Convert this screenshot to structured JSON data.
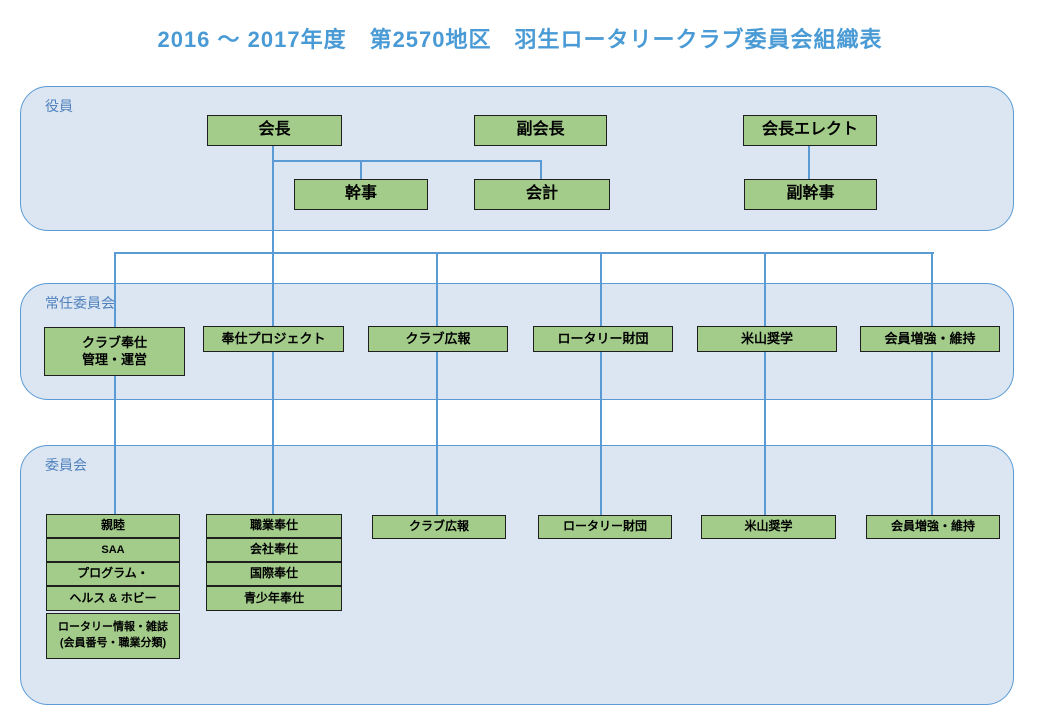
{
  "title": "2016 ～ 2017年度　第2570地区　羽生ロータリークラブ委員会組織表",
  "colors": {
    "title_text": "#4a9bd5",
    "section_fill": "#dce6f2",
    "section_border": "#5b9bd5",
    "section_label_text": "#4f81bd",
    "connector": "#5b9bd5",
    "box_fill": "#a3cc8b",
    "box_border": "#1f1f1f",
    "box_text": "#000000"
  },
  "officers": {
    "label": "役員",
    "president": "会長",
    "vice_president": "副会長",
    "president_elect": "会長エレクト",
    "secretary": "幹事",
    "treasurer": "会計",
    "deputy_secretary": "副幹事"
  },
  "standing": {
    "label": "常任委員会",
    "club_service_line1": "クラブ奉仕",
    "club_service_line2": "管理・運営",
    "service_projects": "奉仕プロジェクト",
    "public_relations": "クラブ広報",
    "rotary_foundation": "ロータリー財団",
    "yoneyama_scholarship": "米山奨学",
    "membership": "会員増強・維持"
  },
  "committees": {
    "label": "委員会",
    "fellowship": "親睦",
    "saa": "SAA",
    "program": "プログラム・",
    "health_hobby": "ヘルス & ホビー",
    "info_magazine_line1": "ロータリー情報・雑誌",
    "info_magazine_line2": "(会員番号・職業分類)",
    "vocational_service": "職業奉仕",
    "company_service": "会社奉仕",
    "international_service": "国際奉仕",
    "youth_service": "青少年奉仕",
    "public_relations": "クラブ広報",
    "rotary_foundation": "ロータリー財団",
    "yoneyama_scholarship": "米山奨学",
    "membership": "会員増強・維持"
  }
}
